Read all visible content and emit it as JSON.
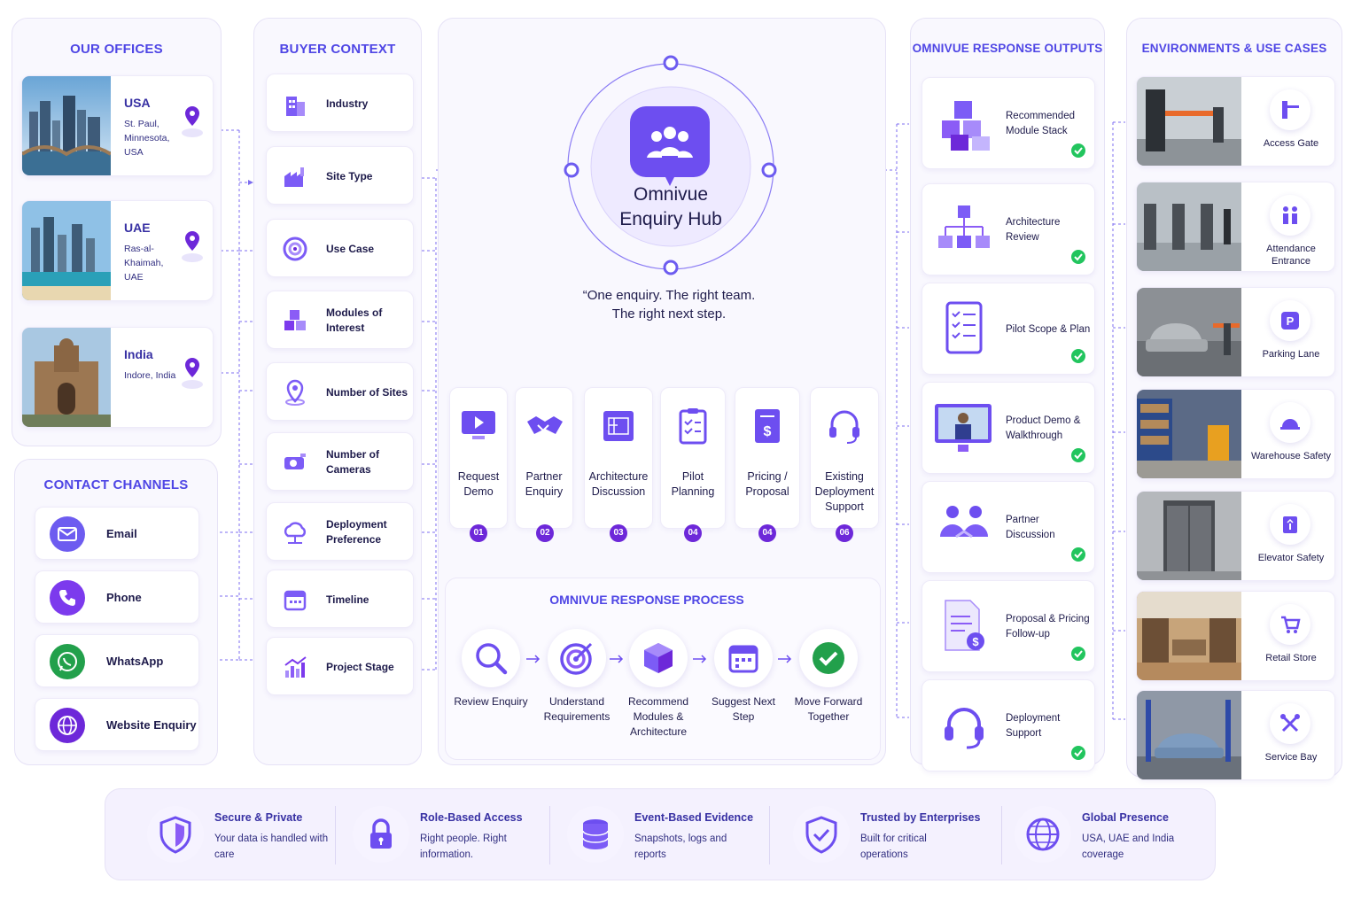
{
  "offices": {
    "title": "OUR OFFICES",
    "items": [
      {
        "name": "USA",
        "address": "St. Paul, Minnesota, USA"
      },
      {
        "name": "UAE",
        "address": "Ras-al-Khaimah, UAE"
      },
      {
        "name": "India",
        "address": "Indore, India"
      }
    ]
  },
  "contact": {
    "title": "CONTACT CHANNELS",
    "items": [
      {
        "label": "Email",
        "icon": "mail-icon",
        "color": "#6d5cf0"
      },
      {
        "label": "Phone",
        "icon": "phone-icon",
        "color": "#7c3aed"
      },
      {
        "label": "WhatsApp",
        "icon": "whatsapp-icon",
        "color": "#22a04b"
      },
      {
        "label": "Website Enquiry",
        "icon": "globe-icon",
        "color": "#6d28d9"
      }
    ]
  },
  "buyer": {
    "title": "BUYER CONTEXT",
    "items": [
      {
        "label": "Industry",
        "icon": "building-icon"
      },
      {
        "label": "Site Type",
        "icon": "factory-icon"
      },
      {
        "label": "Use Case",
        "icon": "target-icon"
      },
      {
        "label": "Modules of Interest",
        "icon": "cubes-icon"
      },
      {
        "label": "Number of Sites",
        "icon": "location-pin-icon"
      },
      {
        "label": "Number of Cameras",
        "icon": "camera-icon"
      },
      {
        "label": "Deployment Preference",
        "icon": "cloud-network-icon"
      },
      {
        "label": "Timeline",
        "icon": "calendar-icon"
      },
      {
        "label": "Project Stage",
        "icon": "growth-chart-icon"
      }
    ]
  },
  "hub": {
    "title_line1": "Omnivue",
    "title_line2": "Enquiry Hub",
    "quote_line1": "“One enquiry.  The right team.",
    "quote_line2": "The right  next step."
  },
  "options": [
    {
      "label": "Request Demo",
      "num": "01",
      "icon": "play-monitor-icon"
    },
    {
      "label": "Partner Enquiry",
      "num": "02",
      "icon": "handshake-icon"
    },
    {
      "label": "Architecture Discussion",
      "num": "03",
      "icon": "blueprint-icon"
    },
    {
      "label": "Pilot Planning",
      "num": "04",
      "icon": "clipboard-icon"
    },
    {
      "label": "Pricing / Proposal",
      "num": "04",
      "icon": "price-document-icon"
    },
    {
      "label": "Existing Deployment Support",
      "num": "06",
      "icon": "headset-icon"
    }
  ],
  "process": {
    "title": "OMNIVUE RESPONSE PROCESS",
    "steps": [
      {
        "label": "Review Enquiry",
        "icon": "magnifier-icon"
      },
      {
        "label": "Understand Requirements",
        "icon": "target-icon"
      },
      {
        "label": "Recommend Modules & Architecture",
        "icon": "cube-icon"
      },
      {
        "label": "Suggest Next Step",
        "icon": "calendar-icon"
      },
      {
        "label": "Move Forward Together",
        "icon": "check-circle-icon"
      }
    ]
  },
  "outputs": {
    "title": "OMNIVUE RESPONSE OUTPUTS",
    "items": [
      {
        "label": "Recommended Module Stack",
        "icon": "cubes-stack-icon"
      },
      {
        "label": "Architecture Review",
        "icon": "architecture-icon"
      },
      {
        "label": "Pilot Scope & Plan",
        "icon": "checklist-icon"
      },
      {
        "label": "Product Demo & Walkthrough",
        "icon": "presenter-monitor-icon"
      },
      {
        "label": "Partner Discussion",
        "icon": "handshake-people-icon"
      },
      {
        "label": "Proposal & Pricing Follow-up",
        "icon": "proposal-icon"
      },
      {
        "label": "Deployment Support",
        "icon": "headset-icon"
      }
    ]
  },
  "environments": {
    "title": "ENVIRONMENTS & USE CASES",
    "items": [
      {
        "label": "Access Gate",
        "icon": "gate-icon"
      },
      {
        "label": "Attendance Entrance",
        "icon": "people-icon"
      },
      {
        "label": "Parking Lane",
        "icon": "parking-icon"
      },
      {
        "label": "Warehouse Safety",
        "icon": "hardhat-icon"
      },
      {
        "label": "Elevator Safety",
        "icon": "elevator-icon"
      },
      {
        "label": "Retail Store",
        "icon": "cart-icon"
      },
      {
        "label": "Service Bay",
        "icon": "tools-icon"
      }
    ]
  },
  "features": [
    {
      "title": "Secure & Private",
      "desc": "Your data is handled with care",
      "icon": "shield-icon"
    },
    {
      "title": "Role-Based Access",
      "desc": "Right people. Right information.",
      "icon": "lock-icon"
    },
    {
      "title": "Event-Based Evidence",
      "desc": "Snapshots, logs and reports",
      "icon": "database-icon"
    },
    {
      "title": "Trusted by Enterprises",
      "desc": "Built for critical operations",
      "icon": "shield-check-icon"
    },
    {
      "title": "Global Presence",
      "desc": "USA, UAE and India coverage",
      "icon": "globe-icon"
    }
  ],
  "colors": {
    "accent": "#4f46e5",
    "purple": "#6d28d9",
    "success": "#22c55e"
  }
}
